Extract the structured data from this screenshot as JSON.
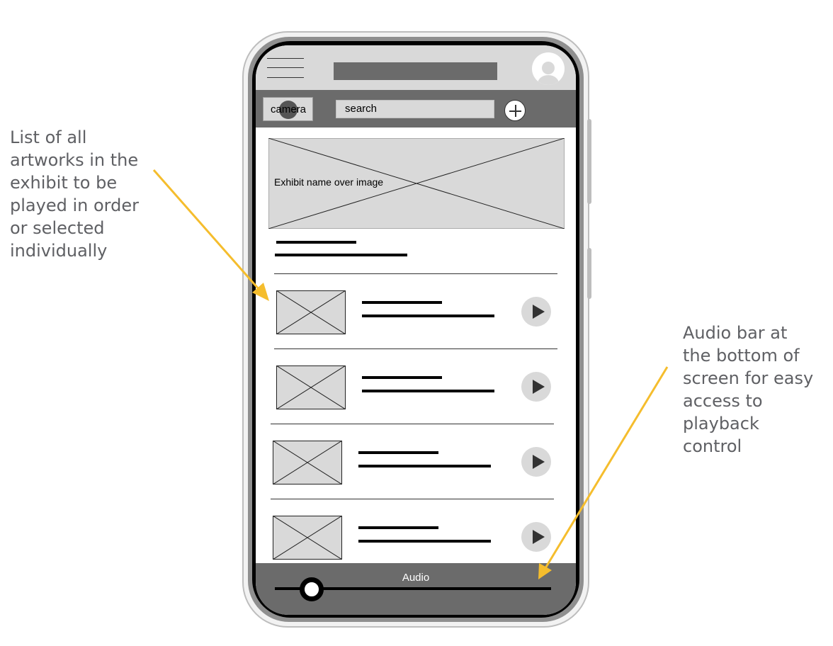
{
  "annotations": {
    "left": "List of all\nartworks in the\nexhibit to be\nplayed in order\nor selected\nindividually",
    "right": "Audio bar at\nthe bottom of\nscreen for easy\naccess to\nplayback\ncontrol"
  },
  "search_bar": {
    "camera_label": "camera",
    "search_label": "search"
  },
  "hero": {
    "label": "Exhibit name over image"
  },
  "artworks": [
    {
      "icon": "play-icon"
    },
    {
      "icon": "play-icon"
    },
    {
      "icon": "play-icon"
    },
    {
      "icon": "play-icon"
    }
  ],
  "audio_bar": {
    "label": "Audio"
  },
  "colors": {
    "arrow": "#f5bd2d",
    "placeholder_fill": "#d9d9d9",
    "dark_bar": "#6b6b6b"
  }
}
